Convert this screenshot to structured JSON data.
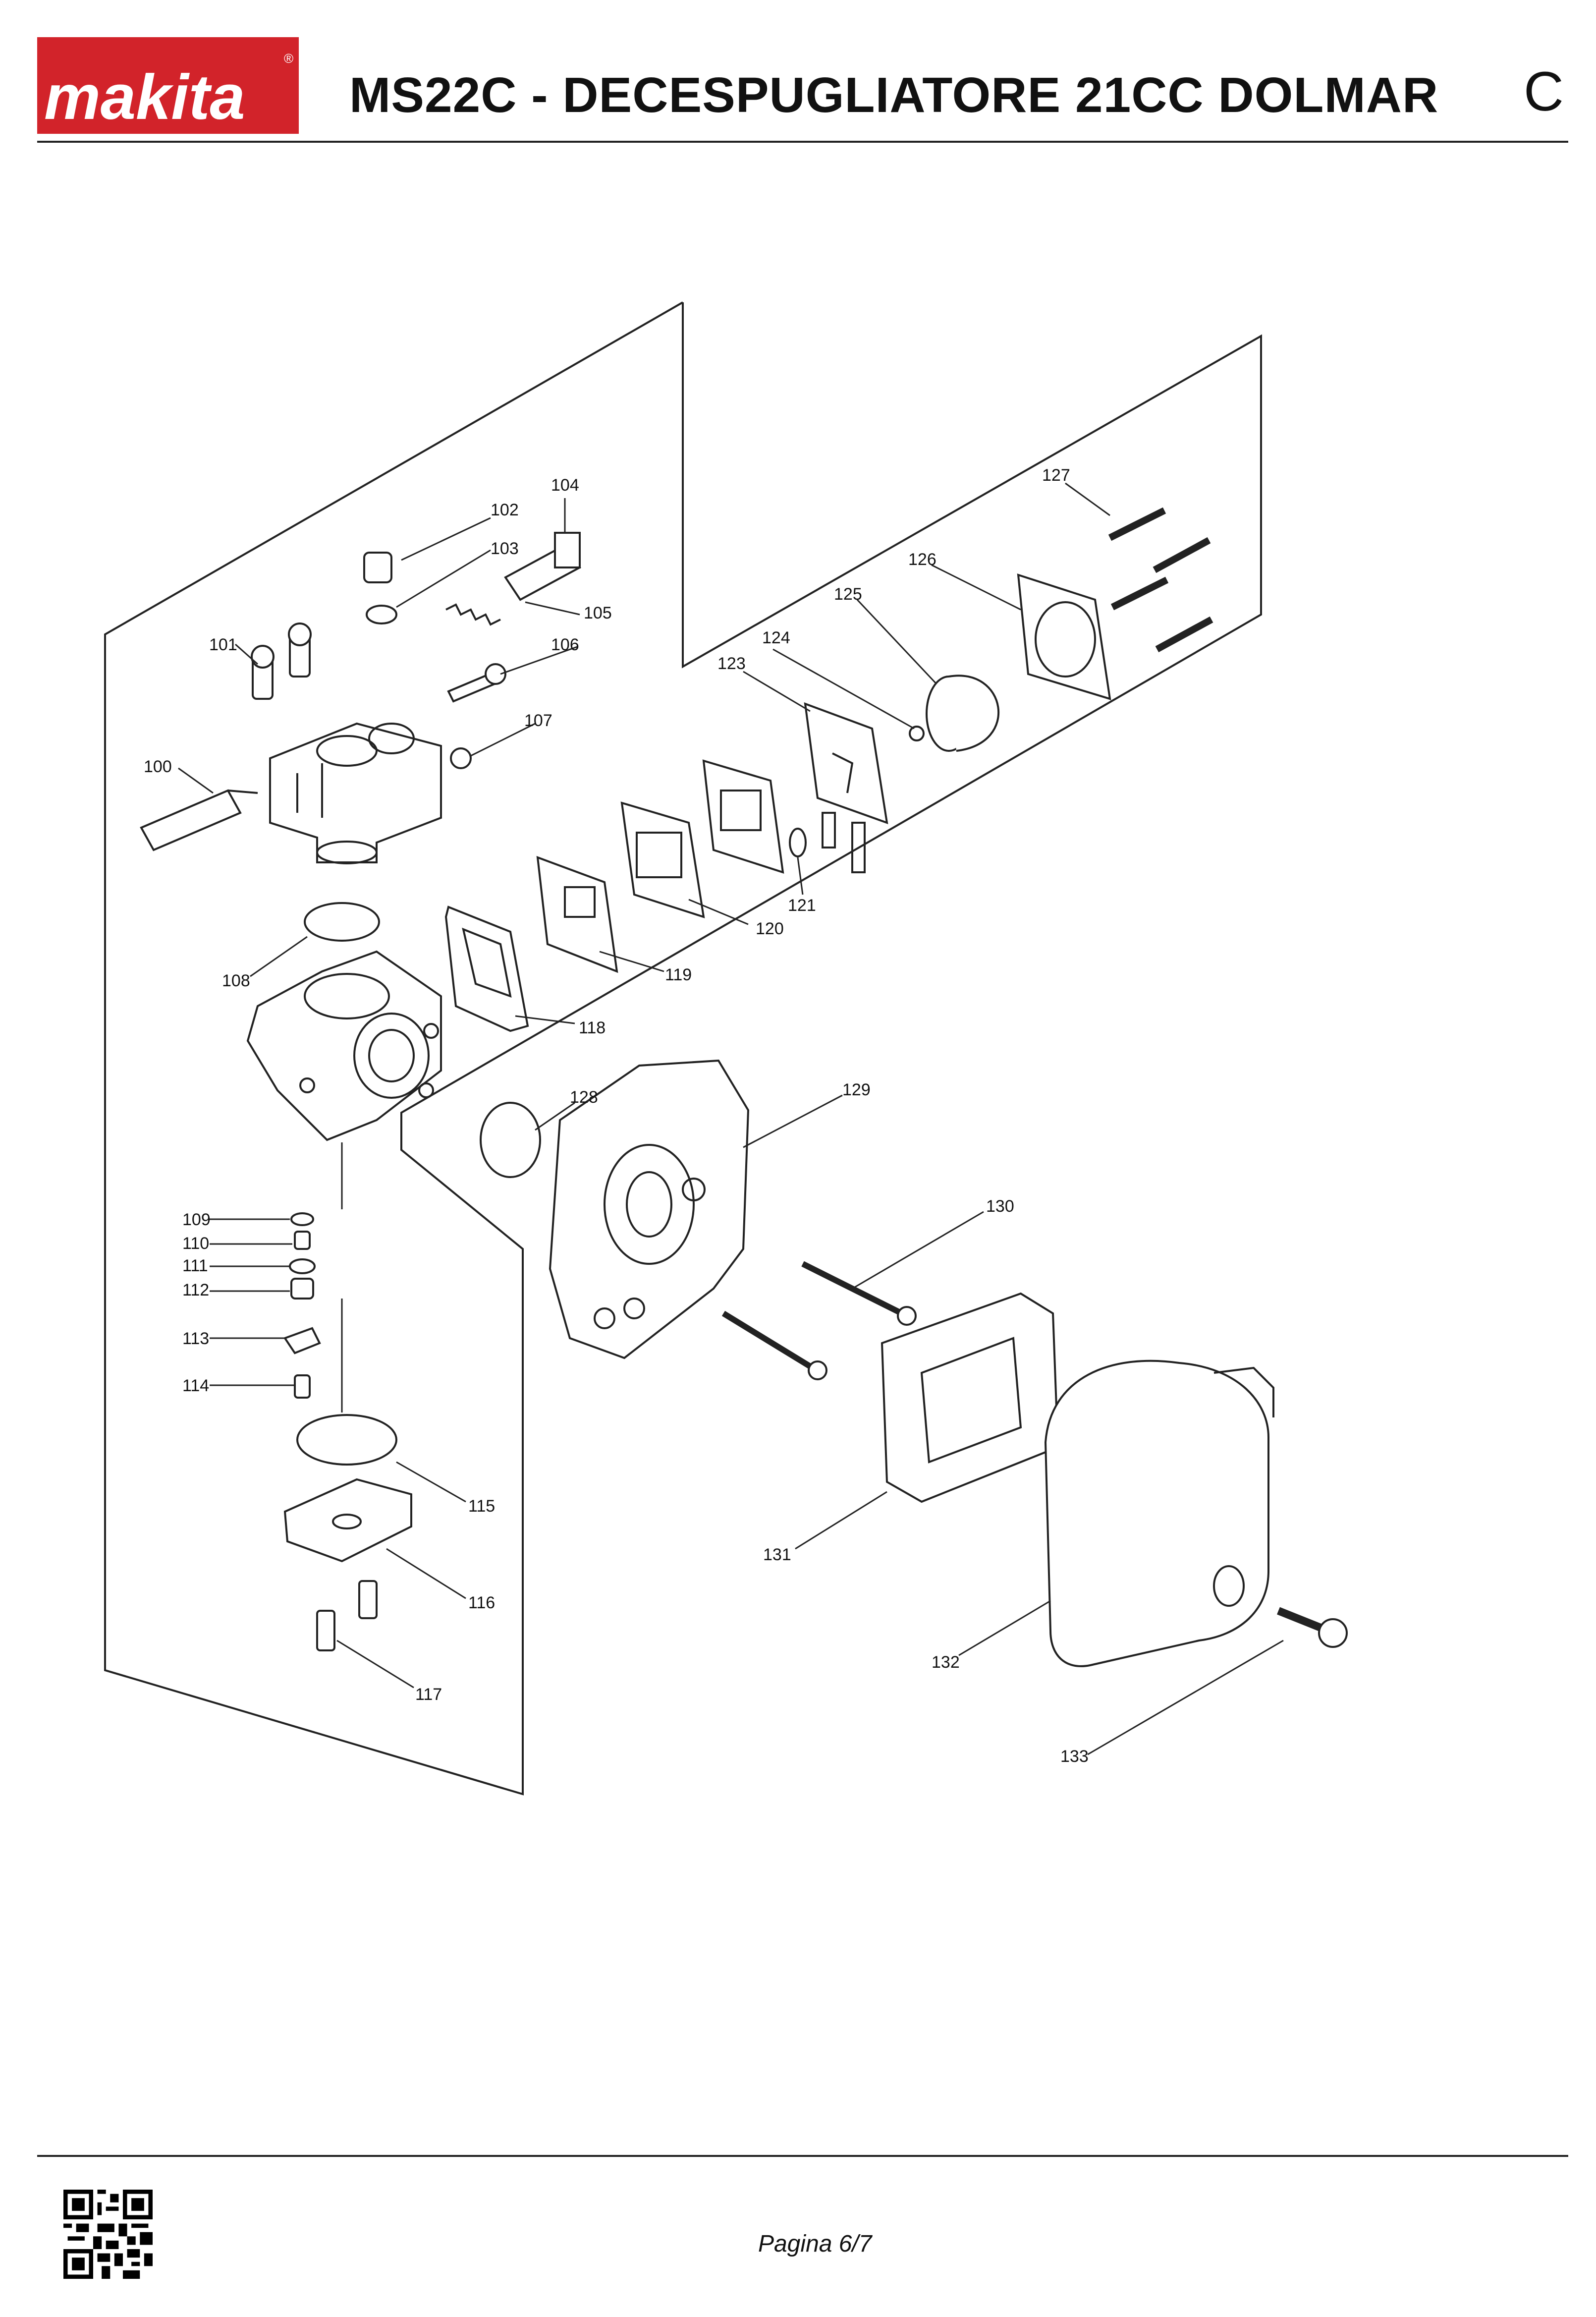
{
  "header": {
    "brand": "makita",
    "registered_mark": "®",
    "title": "MS22C - DECESPUGLIATORE 21CC DOLMAR",
    "section": "C"
  },
  "diagram": {
    "part_labels": {
      "p100": "100",
      "p101": "101",
      "p102": "102",
      "p103": "103",
      "p104": "104",
      "p105": "105",
      "p106": "106",
      "p107": "107",
      "p108": "108",
      "p109": "109",
      "p110": "110",
      "p111": "111",
      "p112": "112",
      "p113": "113",
      "p114": "114",
      "p115": "115",
      "p116": "116",
      "p117": "117",
      "p118": "118",
      "p119": "119",
      "p120": "120",
      "p121": "121",
      "p123": "123",
      "p124": "124",
      "p125": "125",
      "p126": "126",
      "p127": "127",
      "p128": "128",
      "p129": "129",
      "p130": "130",
      "p131": "131",
      "p132": "132",
      "p133": "133"
    }
  },
  "footer": {
    "page": "Pagina 6/7",
    "qr_code": "qr-code-icon"
  },
  "colors": {
    "brand_red": "#d2232a",
    "line": "#222222",
    "text": "#111111"
  }
}
